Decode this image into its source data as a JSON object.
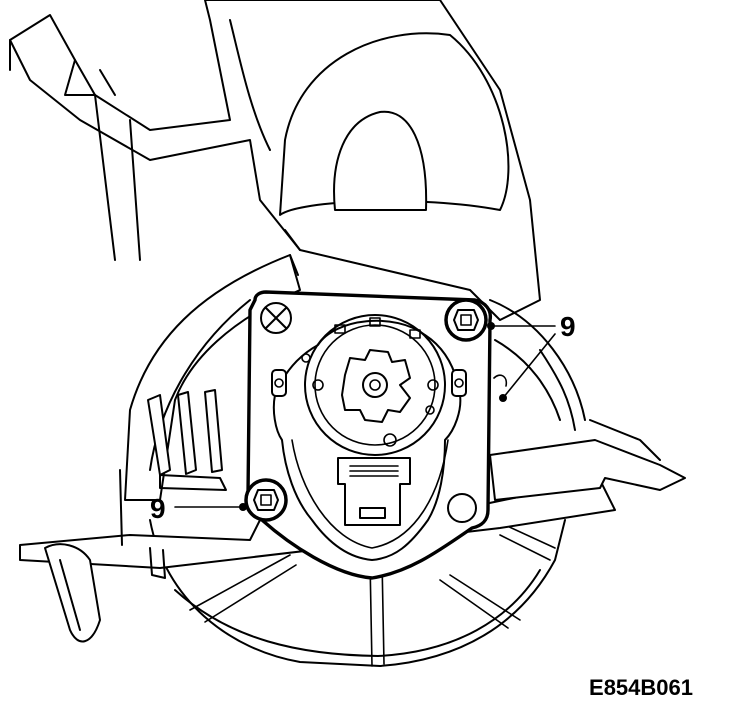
{
  "diagram": {
    "callouts": [
      {
        "id": "callout-9-upper",
        "label": "9"
      },
      {
        "id": "callout-9-lower",
        "label": "9"
      }
    ],
    "figure_reference": "E854B061"
  }
}
